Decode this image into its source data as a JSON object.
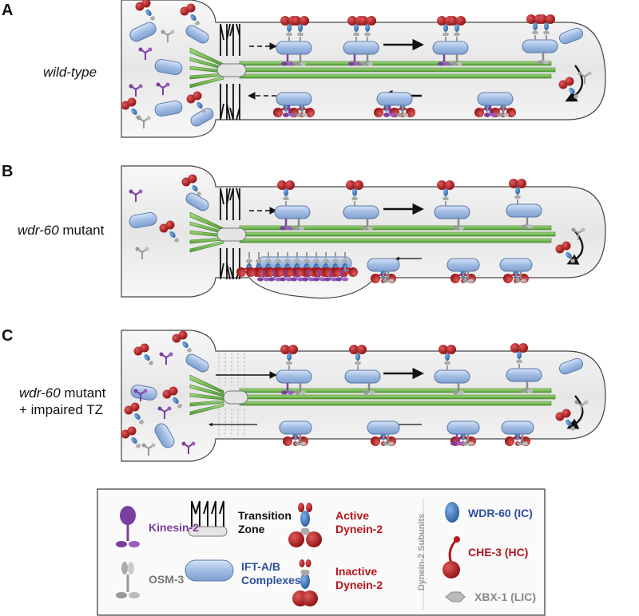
{
  "panels": [
    {
      "letter": "A",
      "label_italic": "wild-type",
      "label_rest": "",
      "label_line2": ""
    },
    {
      "letter": "B",
      "label_italic": "wdr-60",
      "label_rest": " mutant",
      "label_line2": ""
    },
    {
      "letter": "C",
      "label_italic": "wdr-60",
      "label_rest": " mutant",
      "label_line2": "+ impaired TZ"
    }
  ],
  "legend": {
    "kinesin": "Kinesin-2",
    "osm3": "OSM-3",
    "tz_line1": "Transition",
    "tz_line2": "Zone",
    "ift_line1": "IFT-A/B",
    "ift_line2": "Complexes",
    "active_line1": "Active",
    "active_line2": "Dynein-2",
    "inactive_line1": "Inactive",
    "inactive_line2": "Dynein-2",
    "subunits_title": "Dynein-2 Subunits",
    "wdr60": "WDR-60 (IC)",
    "che3": "CHE-3 (HC)",
    "xbx1": "XBX-1 (LIC)"
  },
  "colors": {
    "kinesin": "#7b3fa0",
    "osm3": "#8a8a8a",
    "dynein_red": "#b5161c",
    "wdr60_blue": "#3d7cc9",
    "ift_blue": "#a9c3e8",
    "axoneme_green": "#6fbf4a",
    "legend_blue_text": "#2f4fa0"
  }
}
